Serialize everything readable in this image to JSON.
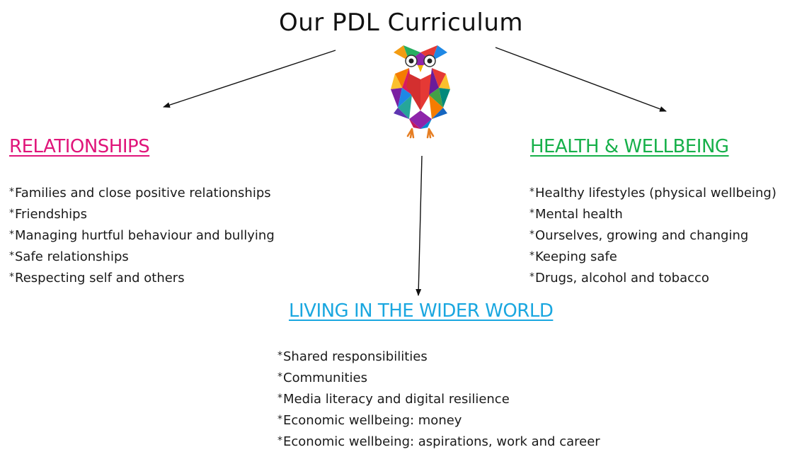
{
  "title": "Our PDL Curriculum",
  "logo": {
    "icon": "owl-icon"
  },
  "sections": {
    "relationships": {
      "heading": "RELATIONSHIPS",
      "color": "#e0157a",
      "items": [
        "Families and close positive relationships",
        "Friendships",
        "Managing hurtful behaviour and bullying",
        "Safe relationships",
        "Respecting self and others"
      ]
    },
    "health": {
      "heading": "HEALTH & WELLBEING",
      "color": "#17b04a",
      "items": [
        "Healthy lifestyles (physical wellbeing)",
        "Mental health",
        "Ourselves, growing and changing",
        "Keeping safe",
        "Drugs, alcohol and tobacco"
      ]
    },
    "living": {
      "heading": "LIVING IN THE WIDER WORLD",
      "color": "#1aa7e0",
      "items": [
        "Shared responsibilities",
        "Communities",
        "Media literacy and digital resilience",
        "Economic wellbeing: money",
        "Economic wellbeing: aspirations, work and career"
      ]
    }
  }
}
